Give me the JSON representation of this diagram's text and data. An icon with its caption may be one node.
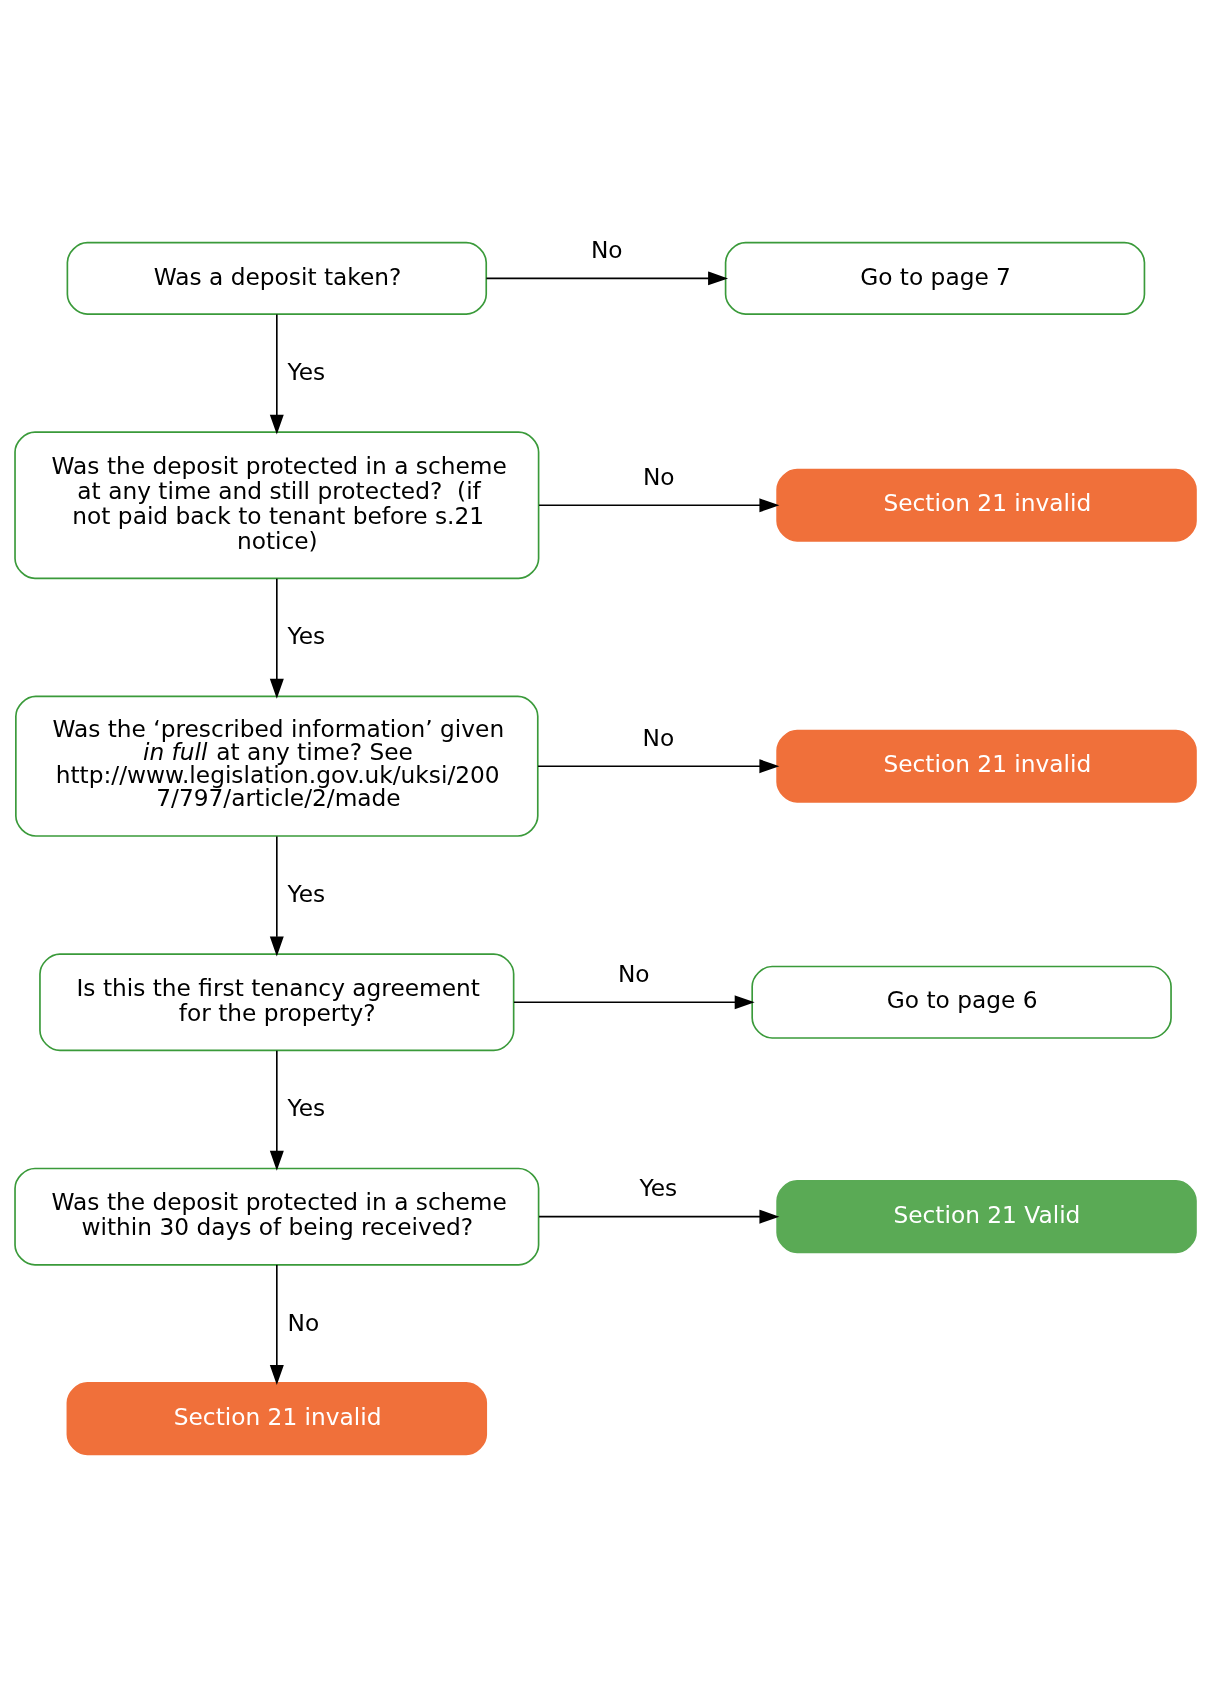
{
  "diagram": {
    "nodes": [
      {
        "text": [
          "Was a deposit taken?"
        ]
      },
      {
        "text": [
          "Go to page 7"
        ]
      },
      {
        "text": [
          "Was the deposit protected in a scheme at any time and still protected?  (if not paid back to tenant before s.21 notice)"
        ]
      },
      {
        "text": [
          "Section 21 invalid"
        ]
      },
      {
        "text": [
          "Was the ‘prescribed information’ given *in full* at any time? See http://www.legislation.gov.uk/uksi/2007/797/article/2/made"
        ]
      },
      {
        "text": [
          "Section 21 invalid"
        ]
      },
      {
        "text": [
          "Is this the first tenancy agreement for the property?"
        ]
      },
      {
        "text": [
          "Go to page 6"
        ]
      },
      {
        "text": [
          "Was the deposit protected in a scheme within 30 days of being received?"
        ]
      },
      {
        "text": [
          "Section 21 Valid"
        ]
      },
      {
        "text": [
          "Section 21 invalid"
        ]
      }
    ],
    "edges": [
      {
        "from": 0,
        "to": 1,
        "arrow": "to",
        "label": "No"
      },
      {
        "from": 0,
        "to": 2,
        "arrow": "to",
        "label": "Yes"
      },
      {
        "from": 2,
        "to": 3,
        "arrow": "to",
        "label": "No"
      },
      {
        "from": 2,
        "to": 4,
        "arrow": "to",
        "label": "Yes"
      },
      {
        "from": 4,
        "to": 5,
        "arrow": "to",
        "label": "No"
      },
      {
        "from": 4,
        "to": 6,
        "arrow": "to",
        "label": "Yes"
      },
      {
        "from": 6,
        "to": 7,
        "arrow": "to",
        "label": "No"
      },
      {
        "from": 6,
        "to": 8,
        "arrow": "to",
        "label": "Yes"
      },
      {
        "from": 8,
        "to": 9,
        "arrow": "to",
        "label": "Yes"
      },
      {
        "from": 8,
        "to": 10,
        "arrow": "to",
        "label": "No"
      }
    ]
  }
}
